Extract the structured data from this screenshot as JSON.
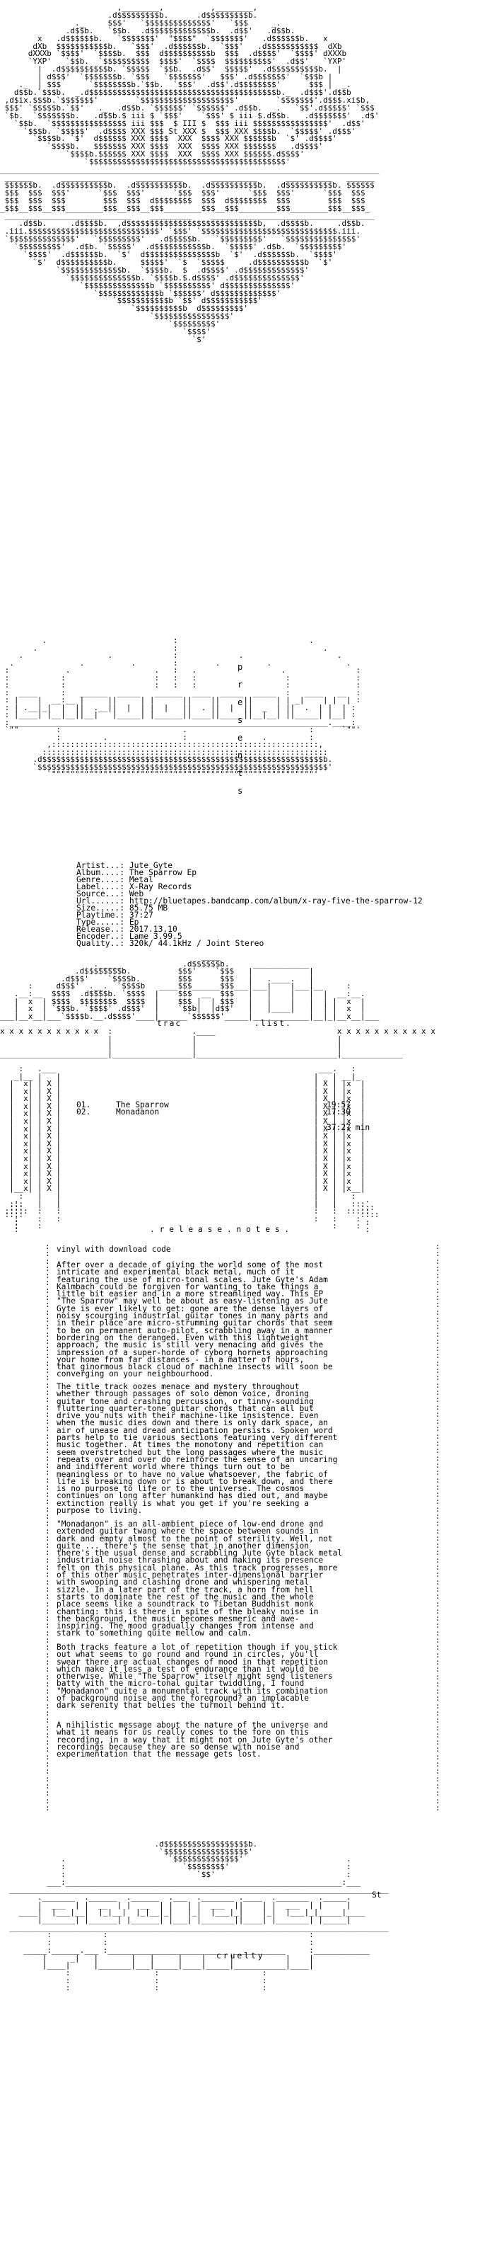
{
  "banner_word": "presents",
  "info": {
    "artist": "Jute Gyte",
    "album": "The Sparrow Ep",
    "genre": "Metal",
    "label": "X-Ray Records",
    "source": "Web",
    "url": "http://bluetapes.bandcamp.com/album/x-ray-five-the-sparrow-12",
    "size": "85.75 MB",
    "playtime": "37:27",
    "type": "Ep",
    "release": "2017.13.10",
    "encoder": "Lame 3.99.5",
    "quality": "320k/ 44.1kHz / Joint Stereo"
  },
  "info_labels": {
    "artist": "Artist...:",
    "album": "Album....:",
    "genre": "Genre....:",
    "label": "Label....:",
    "source": "Source...:",
    "url": "Url......:",
    "size": "Size.....:",
    "playtime": "Playtime.:",
    "type": "Type.....:",
    "release": "Release..:",
    "encoder": "Encoder..:",
    "quality": "Quality..:"
  },
  "tracklist": {
    "heading_left": "trac",
    "heading_right": ".list.",
    "tracks": [
      {
        "num": "01.",
        "title": "The Sparrow",
        "time": "19:57"
      },
      {
        "num": "02.",
        "title": "Monadanon",
        "time": "17:30"
      }
    ],
    "total": "37:27 min"
  },
  "release_notes_heading": ". r e l e a s e . n o t e s .",
  "release_notes": {
    "vinyl": "vinyl with download code",
    "p1": "After over a decade of giving the world some of the most\nintricate and experimental black metal, much of it\nfeaturing the use of micro-tonal scales. Jute Gyte's Adam\nKalmbach could be forgiven for wanting to take things a\nlittle bit easier and in a more streamlined way. This EP\n\"The Sparrow\" may well be about as easy-listening as Jute\nGyte is ever likely to get: gone are the dense layers of\nnoisy scourging industrial guitar tones in many parts and\nin their place are micro-strumming guitar chords that seem\nto be on permanent auto-pilot, scrabbling away in a manner\nbordering on the deranged. Even with this lightweight\napproach, the music is still very menacing and gives the\nimpression of a super-horde of cyborg hornets approaching\nyour home from far distances - in a matter of hours,\nthat ginormous black cloud of machine insects will soon be\nconverging on your neighbourhood.",
    "p2": "The title track oozes menace and mystery throughout\nwhether through passages of solo demon voice, droning\nguitar tone and crashing percussion, or tinny-sounding\nfluttering quarter-tone guitar chords that can all but\ndrive you nuts with their machine-like insistence. Even\nwhen the music dies down and there is only dark space, an\nair of unease and dread anticipation persists. Spoken word\nparts help to tie various sections featuring very different\nmusic together. At times the monotony and repetition can\nseem overstretched but the long passages where the music\nrepeats over and over do reinforce the sense of an uncaring\nand indifferent world where things turn out to be\nmeaningless or to have no value whatsoever, the fabric of\nlife is breaking down or is about to break down, and there\nis no purpose to life or to the universe. The cosmos\ncontinues on long after humankind has died out, and maybe\nextinction really is what you get if you're seeking a\npurpose to living.",
    "p3": "\"Monadanon\" is an all-ambient piece of low-end drone and\nextended guitar twang where the space between sounds in\ndark and empty almost to the point of sterility. Well, not\nquite ... there's the sense that in another dimension\nthere's the usual dense and scrabbling Jute Gyte black metal\nindustrial noise thrashing about and making its presence\nfelt on this physical plane. As this track progresses, more\nof this other music penetrates inter-dimensional barrier\nwith swooping and clashing drone and whispering metal\nsizzle. In a later part of the track, a horn from hell\nstarts to dominate the rest of the music and the whole\nplace seems like a soundtrack to Tibetan Buddhist monk\nchanting: this is there in spite of the bleaky noise in\nthe background, the music becomes mesmeric and awe-\ninspiring. The mood gradually changes from intense and\nstark to something quite mellow and calm.",
    "p4": "Both tracks feature a lot of repetition though if you stick\nout what seems to go round and round in circles, you'll\nswear there are actual changes of mood in that repetition\nwhich make it less a test of endurance than it would be\notherwise. While \"The Sparrow\" itself might send listeners\nbatty with the micro-tonal guitar twiddling, I found\n\"Monadanon\" quite a monumental track with its combination\nof background noise and the foreground? an implacable\ndark serenity that belies the turmoil behind it.",
    "p5": "A nihilistic message about the nature of the universe and\nwhat it means for us really comes to the fore on this\nrecording, in a way that it might not on Jute Gyte's other\nrecordings because they are so dense with noise and\nexperimentation that the message gets lost."
  },
  "footer_word": "cruelty",
  "mark_st": "St"
}
